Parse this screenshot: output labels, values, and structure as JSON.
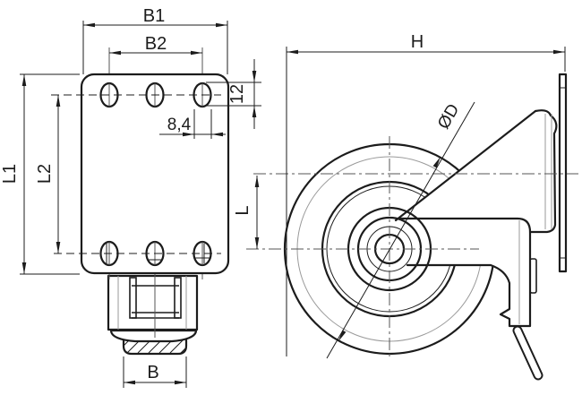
{
  "drawing": {
    "labels": {
      "b1": "B1",
      "b2": "B2",
      "slot_height": "12",
      "slot_width": "8,4",
      "l1": "L1",
      "l2": "L2",
      "b": "B",
      "h": "H",
      "l": "L",
      "diameter": "ØD"
    },
    "colors": {
      "line": "#1c1c1c",
      "aux": "#9a9a9a",
      "background": "#ffffff"
    }
  }
}
